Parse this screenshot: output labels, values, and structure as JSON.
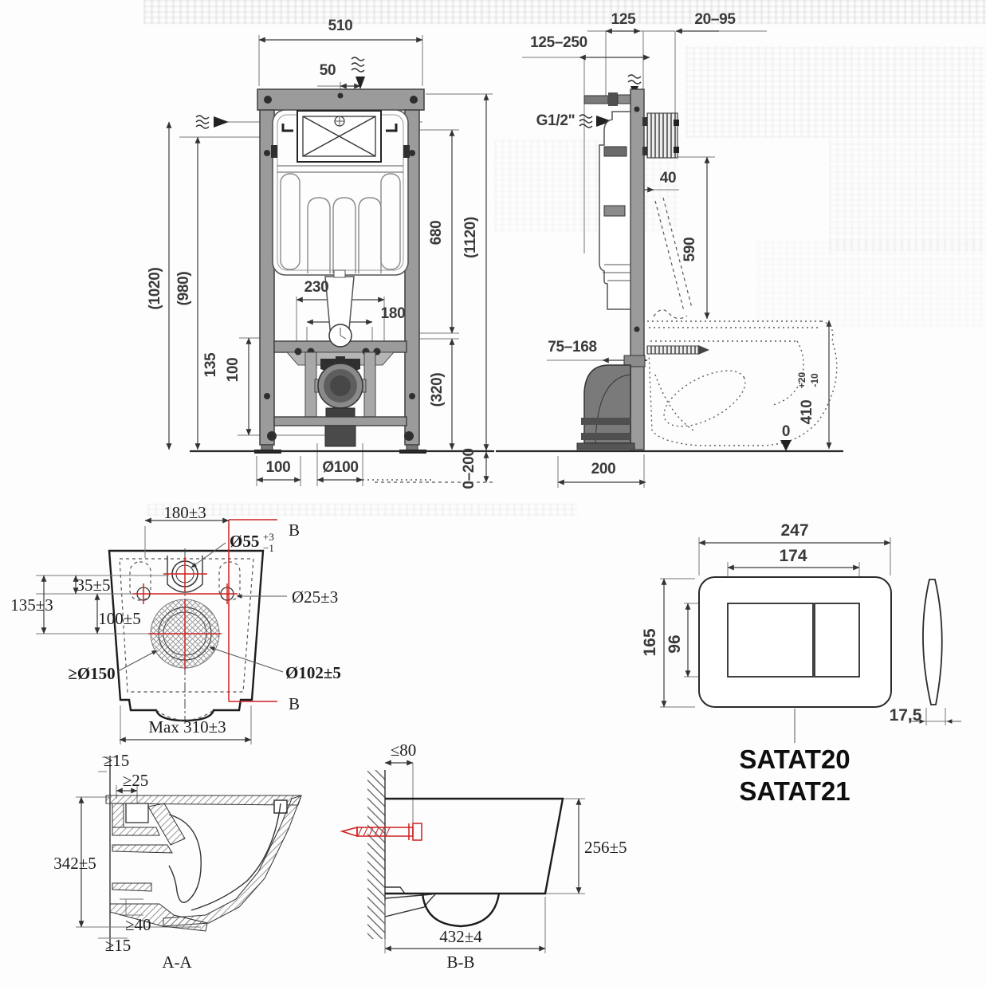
{
  "colors": {
    "section_line_red": "#cf2222",
    "frame_gray": "#9b9b9b",
    "dim_line": "#3d3d3d",
    "ink": "#1c1c1c"
  },
  "front_view": {
    "dim_width": "510",
    "dim_inlet_offset": "50",
    "dim_height_1020": "(1020)",
    "dim_height_980": "(980)",
    "dim_cistern_height": "680",
    "dim_total_height": "(1120)",
    "dim_bolt_spacing": "230",
    "dim_drain_spacing": "180",
    "dim_h135": "135",
    "dim_h100": "100",
    "dim_lower_zone": "(320)",
    "dim_foot_width": "100",
    "dim_drain_dia": "Ø100",
    "dim_floor_adjust": "0–200"
  },
  "side_view": {
    "dim_depth_range": "125–250",
    "dim_depth": "125",
    "dim_wall_range": "20–95",
    "label_water_inlet": "G1/2\"",
    "dim_flush_offset": "40",
    "dim_cistern_height": "590",
    "dim_outlet_range": "75–168",
    "dim_bowl_height": "410",
    "tol_bowl_plus": "+20",
    "tol_bowl_minus": "-10",
    "label_floor_zero": "0",
    "dim_frame_depth": "200"
  },
  "bowl_top_view": {
    "dim_hole_spacing": "180±3",
    "dim_flush_hole": "Ø55",
    "tol_flush_plus": "+3",
    "tol_flush_minus": "−1",
    "dim_offset_35": "35±5",
    "dim_offset_135": "135±3",
    "dim_offset_100": "100±5",
    "dim_fixing_hole": "Ø25±3",
    "dim_min_clearance": "≥Ø150",
    "dim_drain_hole": "Ø102±5",
    "dim_max_width": "Max 310±3",
    "section_b_top": "B",
    "section_b_bottom": "B"
  },
  "flush_plate": {
    "dim_width": "247",
    "dim_button_span": "174",
    "dim_height": "165",
    "dim_button_height": "96",
    "dim_thickness": "17,5",
    "model_primary": "SATAT20",
    "model_secondary": "SATAT21"
  },
  "section_aa": {
    "dim_wall_top": "≥15",
    "dim_back_clear": "≥25",
    "dim_height": "342±5",
    "dim_bottom_clear": "≥40",
    "dim_wall_bottom": "≥15",
    "label": "A-A"
  },
  "section_bb": {
    "dim_screw_depth": "≤80",
    "dim_height": "256±5",
    "dim_depth": "432±4",
    "label": "B-B"
  }
}
